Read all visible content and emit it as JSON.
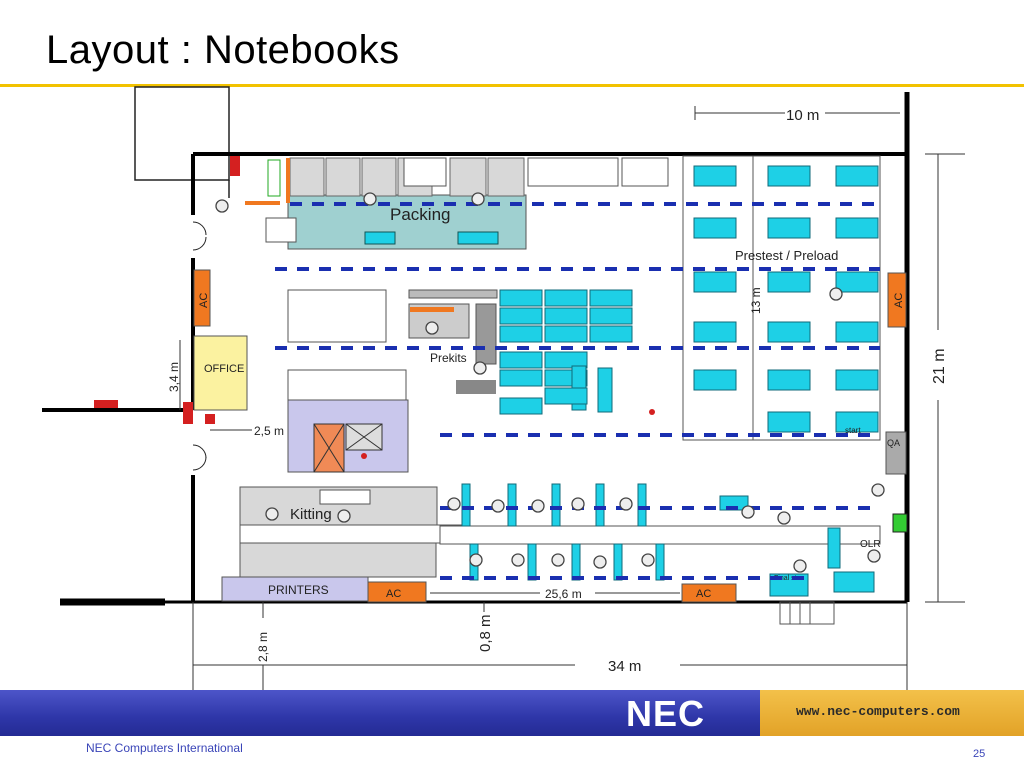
{
  "slide": {
    "title": "Layout : Notebooks",
    "footer_left": "NEC Computers International",
    "page_number": "25"
  },
  "banner": {
    "logo": "NEC",
    "url": "www.nec-computers.com",
    "colors": {
      "blue": "#2e36a8",
      "gold": "#e8ac2f"
    }
  },
  "floorplan": {
    "areas": {
      "packing": "Packing",
      "prestest": "Prestest / Preload",
      "prekits": "Prekits",
      "kitting": "Kitting",
      "printers": "PRINTERS",
      "office": "OFFICE",
      "qa": "QA",
      "olr": "OLR",
      "final": "Final st",
      "station": "start"
    },
    "ac_units": [
      "AC",
      "AC",
      "AC",
      "AC"
    ],
    "dimensions": {
      "top_width": "10 m",
      "total_length": "34 m",
      "height": "21 m",
      "prestest_depth": "13 m",
      "office_height": "3,4 m",
      "corridor": "2,5 m",
      "line_length": "25,6 m",
      "gap_small": "0,8 m",
      "bottom_strip": "2,8 m"
    },
    "colors": {
      "cyan_table": "#1ed0e6",
      "packing_area": "#9fd0d0",
      "lane_dash": "#1a2fb0",
      "ac_orange": "#f07820",
      "office_yellow": "#fbf2a0",
      "printers_lavender": "#c9c7ec",
      "red_marker": "#d42020"
    }
  }
}
